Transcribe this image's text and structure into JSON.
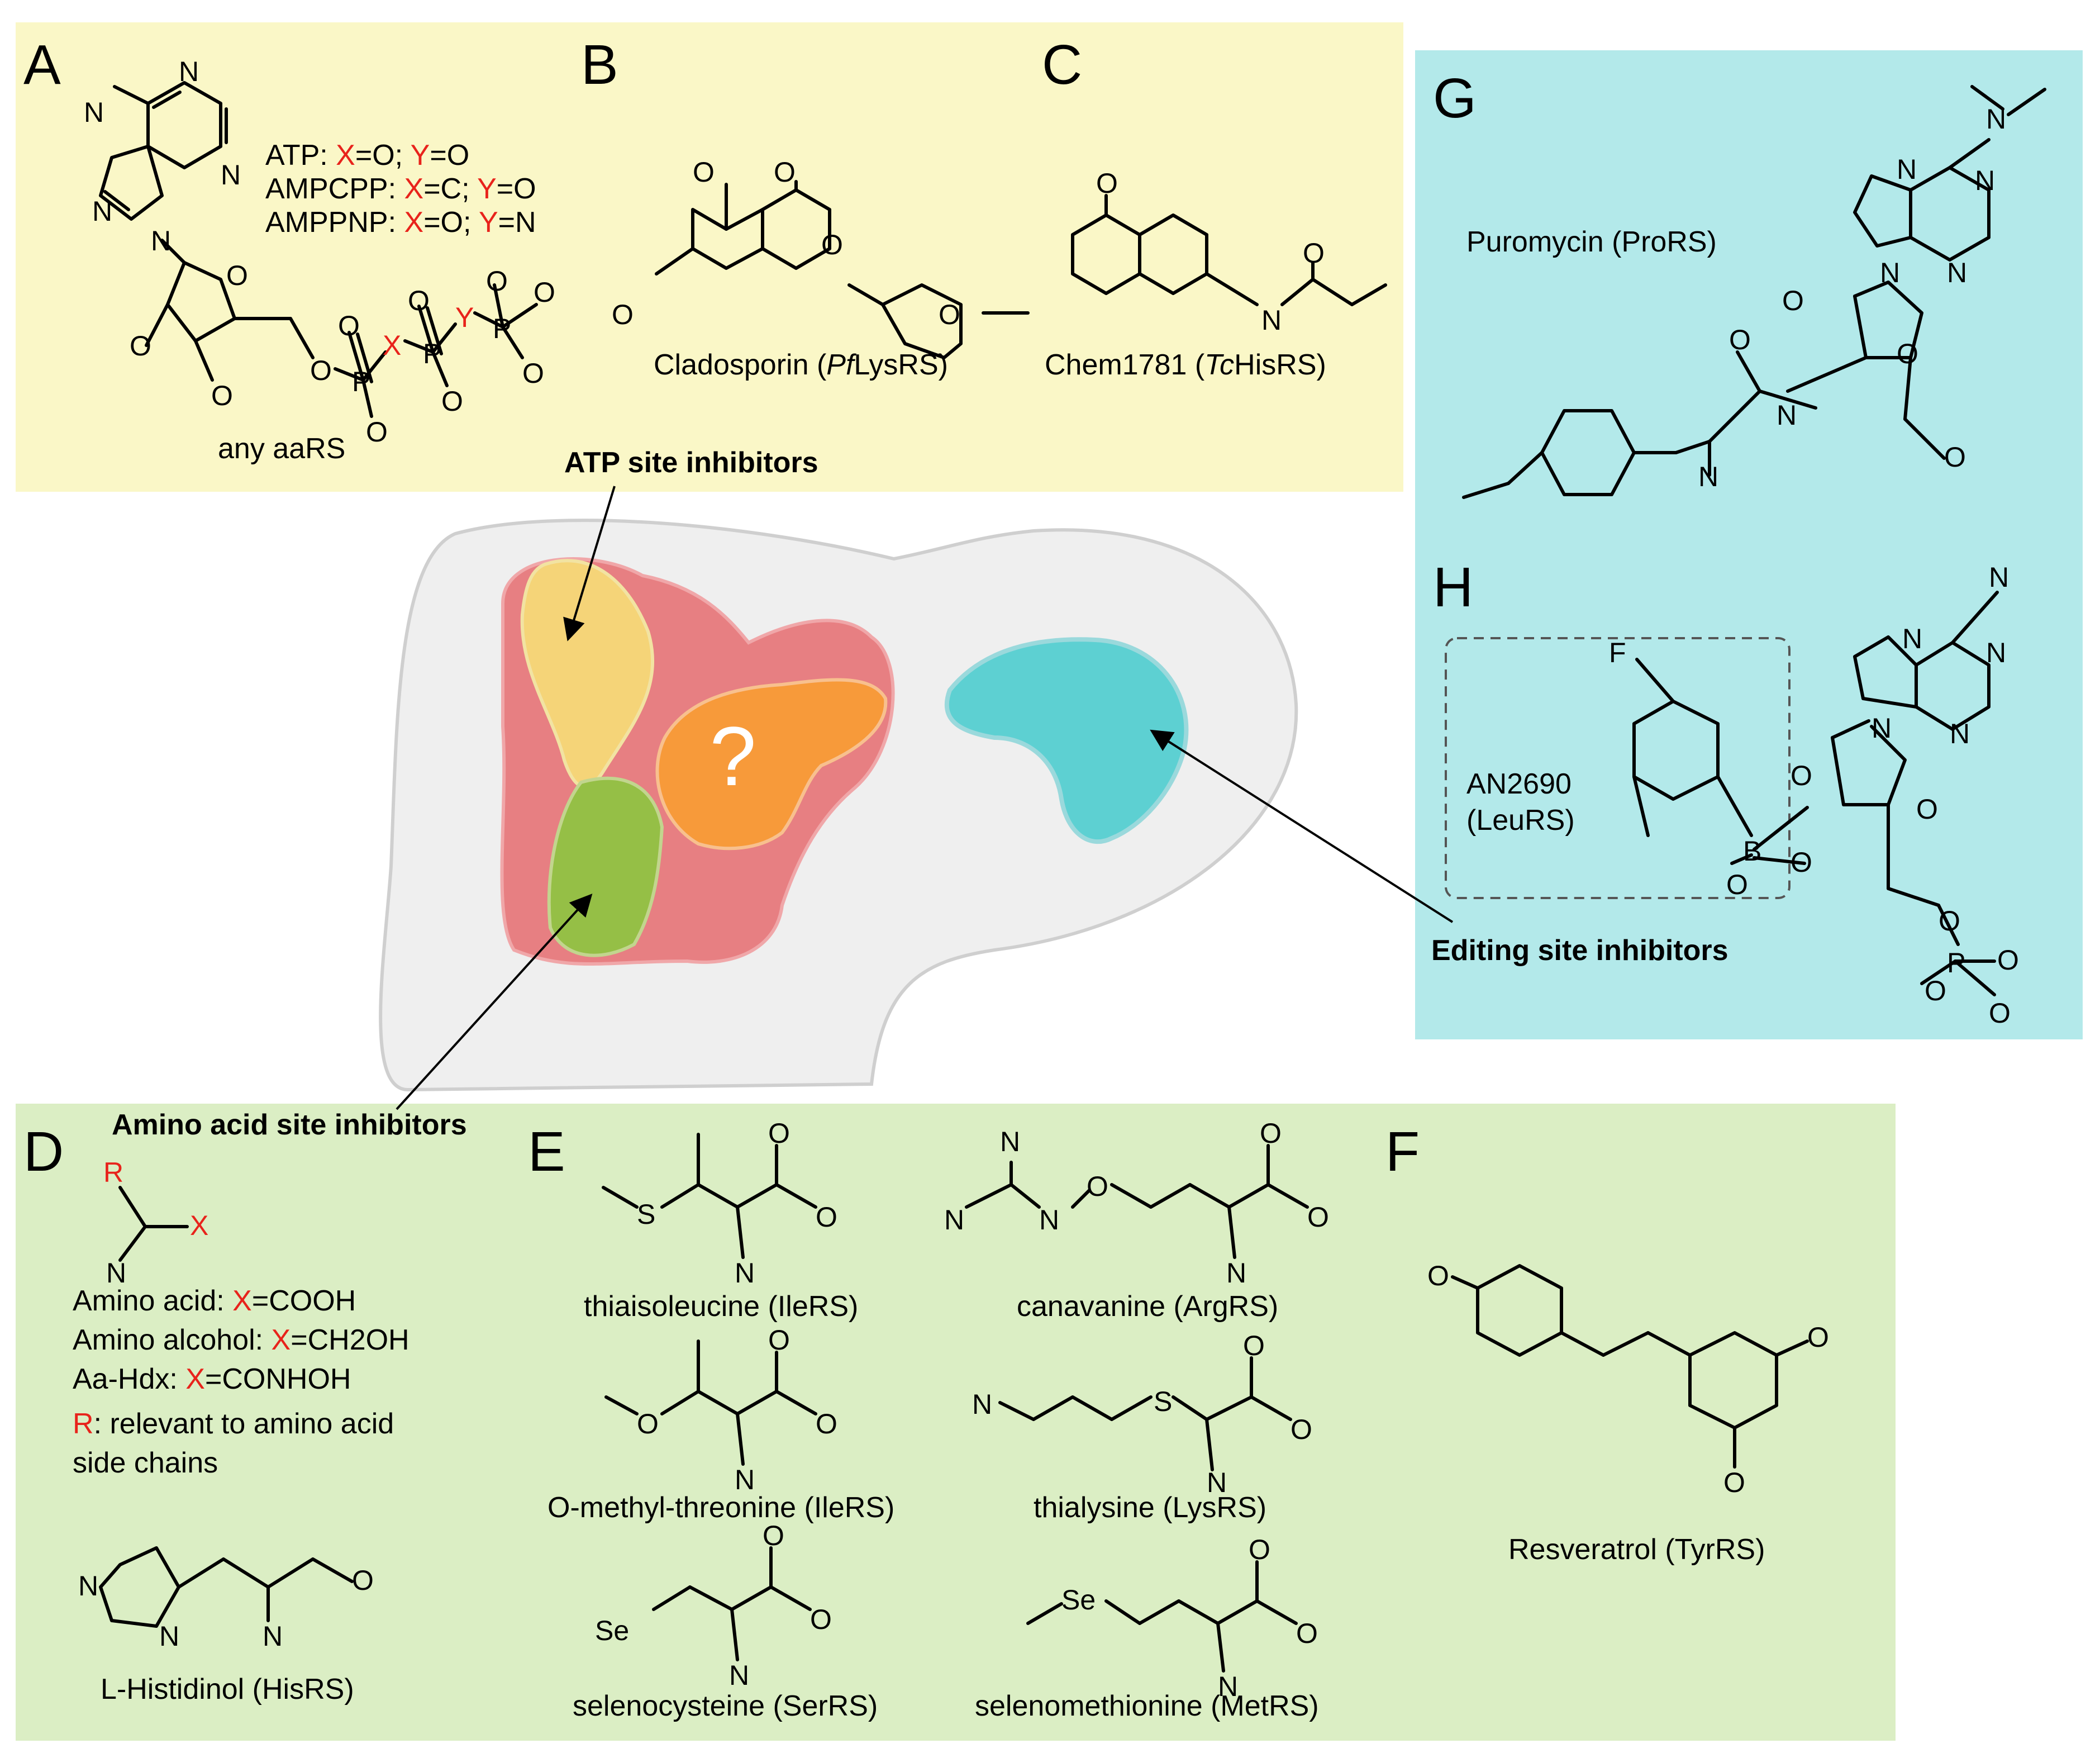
{
  "panels": {
    "A": {
      "letter": "A",
      "caption": "any aaRS",
      "legend": [
        {
          "pre": "ATP: ",
          "x": "X",
          "mid": "=O; ",
          "y": "Y",
          "post": "=O"
        },
        {
          "pre": "AMPCPP: ",
          "x": "X",
          "mid": "=C; ",
          "y": "Y",
          "post": "=O"
        },
        {
          "pre": "AMPPNP: ",
          "x": "X",
          "mid": "=O; ",
          "y": "Y",
          "post": "=N"
        }
      ]
    },
    "B": {
      "letter": "B",
      "caption_pre": "Cladosporin (",
      "caption_it": "Pf",
      "caption_post": "LysRS)"
    },
    "C": {
      "letter": "C",
      "caption_pre": "Chem1781 (",
      "caption_it": "Tc",
      "caption_post": "HisRS)"
    },
    "D": {
      "letter": "D",
      "title": "Amino acid site inhibitors",
      "legend": [
        {
          "pre": "Amino acid: ",
          "x": "X",
          "post": "=COOH"
        },
        {
          "pre": "Amino alcohol: ",
          "x": "X",
          "post": "=CH2OH"
        },
        {
          "pre": "Aa-Hdx: ",
          "x": "X",
          "post": "=CONHOH"
        }
      ],
      "r_note": {
        "r": "R",
        "line1": ": relevant to amino acid",
        "line2": "side chains"
      },
      "caption": "L-Histidinol (HisRS)"
    },
    "E": {
      "letter": "E",
      "captions": [
        "thiaisoleucine (IleRS)",
        "canavanine (ArgRS)",
        "O-methyl-threonine (IleRS)",
        "thialysine (LysRS)",
        "selenocysteine (SerRS)",
        "selenomethionine (MetRS)"
      ]
    },
    "F": {
      "letter": "F",
      "caption": "Resveratrol (TyrRS)"
    },
    "G": {
      "letter": "G",
      "caption": "Puromycin (ProRS)"
    },
    "H": {
      "letter": "H",
      "caption_line1": "AN2690",
      "caption_line2": "(LeuRS)"
    }
  },
  "labels": {
    "atp_site": "ATP site inhibitors",
    "editing_site": "Editing site inhibitors",
    "unknown_site": "?"
  },
  "atoms": {
    "N": "N",
    "O": "O",
    "S": "S",
    "Se": "Se",
    "P": "P",
    "B": "B",
    "F": "F",
    "X": "X",
    "Y": "Y",
    "R": "R"
  },
  "colors": {
    "yellow_panel": "#faf7c7",
    "cyan_panel": "#b3e9ea",
    "green_panel": "#dbeec4",
    "atp_site": "#f5d478",
    "amino_site": "#95bf46",
    "unknown_site": "#f79a3a",
    "pocket": "#e77f82",
    "editing_site": "#5dd0d2",
    "red_text": "#e8231b"
  }
}
